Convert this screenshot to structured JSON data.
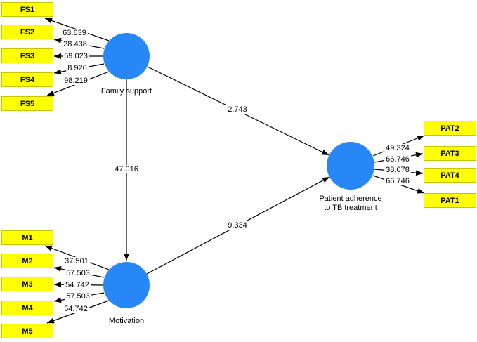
{
  "constructs": {
    "family_support": {
      "label": "Family support"
    },
    "motivation": {
      "label": "Motivation"
    },
    "patient_adherence": {
      "label_line1": "Patient adherence",
      "label_line2": "to TB treatment"
    }
  },
  "indicators": {
    "fs": [
      {
        "name": "FS1",
        "value": "63.639"
      },
      {
        "name": "FS2",
        "value": "28.438"
      },
      {
        "name": "FS3",
        "value": "59.023"
      },
      {
        "name": "FS4",
        "value": "8.926"
      },
      {
        "name": "FS5",
        "value": "98.219"
      }
    ],
    "m": [
      {
        "name": "M1",
        "value": "37.501"
      },
      {
        "name": "M2",
        "value": "57.503"
      },
      {
        "name": "M3",
        "value": "54.742"
      },
      {
        "name": "M4",
        "value": "57.503"
      },
      {
        "name": "M5",
        "value": "54.742"
      }
    ],
    "pat": [
      {
        "name": "PAT2",
        "value": "49.324"
      },
      {
        "name": "PAT3",
        "value": "66.746"
      },
      {
        "name": "PAT4",
        "value": "38.078"
      },
      {
        "name": "PAT1",
        "value": "66.746"
      }
    ]
  },
  "paths": {
    "fs_to_pat": {
      "from": "Family support",
      "to": "Patient adherence to TB treatment",
      "value": "2.743"
    },
    "fs_to_m": {
      "from": "Family support",
      "to": "Motivation",
      "value": "47.016"
    },
    "m_to_pat": {
      "from": "Motivation",
      "to": "Patient adherence to TB treatment",
      "value": "9.334"
    }
  },
  "colors": {
    "indicator_fill": "#ffff00",
    "indicator_border": "#c6c600",
    "construct_fill": "#2787f7",
    "line_color": "#000000"
  }
}
